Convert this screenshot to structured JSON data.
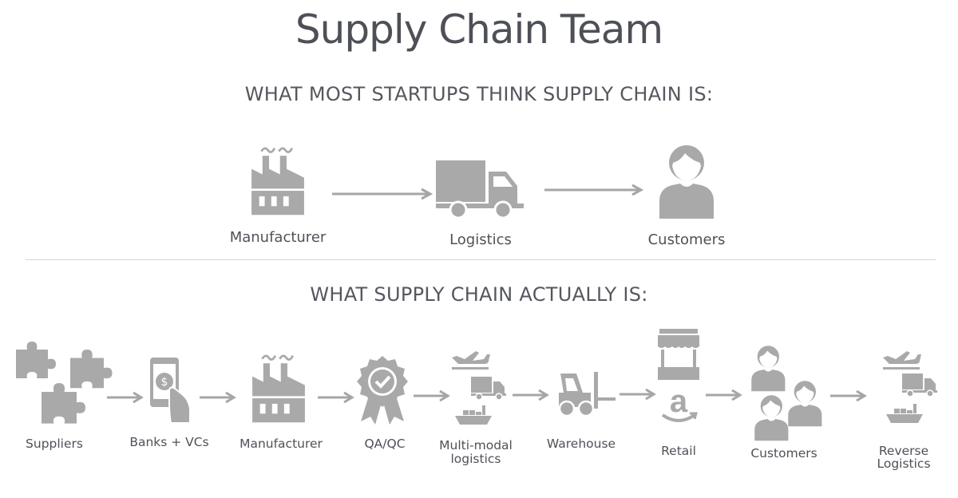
{
  "title": "Supply Chain Team",
  "section_top": {
    "heading": "WHAT MOST STARTUPS THINK SUPPLY CHAIN IS:",
    "steps": [
      {
        "label": "Manufacturer",
        "icon": "factory-icon"
      },
      {
        "label": "Logistics",
        "icon": "truck-icon"
      },
      {
        "label": "Customers",
        "icon": "person-icon"
      }
    ]
  },
  "section_bottom": {
    "heading": "WHAT SUPPLY CHAIN ACTUALLY IS:",
    "steps": [
      {
        "label": "Suppliers",
        "icon": "puzzle-icon"
      },
      {
        "label": "Banks + VCs",
        "icon": "phone-payment-icon"
      },
      {
        "label": "Manufacturer",
        "icon": "factory-icon"
      },
      {
        "label": "QA/QC",
        "icon": "quality-badge-icon"
      },
      {
        "label": "Multi-modal",
        "label2": "logistics",
        "icon": "multimodal-icon"
      },
      {
        "label": "Warehouse",
        "icon": "forklift-icon"
      },
      {
        "label": "Retail",
        "icon": "store-icon"
      },
      {
        "label": "Customers",
        "icon": "people-icon"
      },
      {
        "label": "Reverse",
        "label2": "Logistics",
        "icon": "reverse-logistics-icon"
      }
    ]
  },
  "colors": {
    "icon": "#a9a9a9",
    "arrow": "#a6a6a6",
    "text": "#4f5158",
    "divider": "#d6d6d6"
  }
}
